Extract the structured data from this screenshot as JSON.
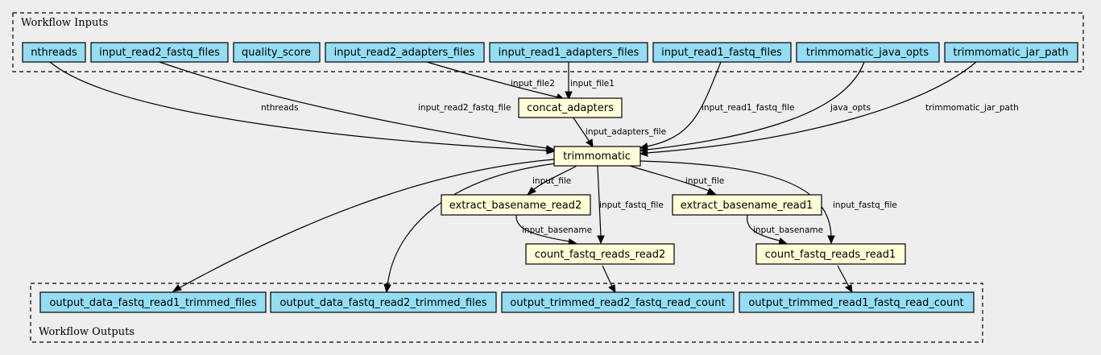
{
  "colors": {
    "background": "#eeeeee",
    "io_node_fill": "#94ddf4",
    "task_node_fill": "#ffffd8",
    "stroke": "#000000"
  },
  "clusters": {
    "inputs": {
      "label": "Workflow Inputs"
    },
    "outputs": {
      "label": "Workflow Outputs"
    }
  },
  "nodes": {
    "nthreads": "nthreads",
    "input_read2_fastq_files": "input_read2_fastq_files",
    "quality_score": "quality_score",
    "input_read2_adapters_files": "input_read2_adapters_files",
    "input_read1_adapters_files": "input_read1_adapters_files",
    "input_read1_fastq_files": "input_read1_fastq_files",
    "trimmomatic_java_opts": "trimmomatic_java_opts",
    "trimmomatic_jar_path": "trimmomatic_jar_path",
    "concat_adapters": "concat_adapters",
    "trimmomatic": "trimmomatic",
    "extract_basename_read2": "extract_basename_read2",
    "extract_basename_read1": "extract_basename_read1",
    "count_fastq_reads_read2": "count_fastq_reads_read2",
    "count_fastq_reads_read1": "count_fastq_reads_read1",
    "output_data_fastq_read1_trimmed_files": "output_data_fastq_read1_trimmed_files",
    "output_data_fastq_read2_trimmed_files": "output_data_fastq_read2_trimmed_files",
    "output_trimmed_read2_fastq_read_count": "output_trimmed_read2_fastq_read_count",
    "output_trimmed_read1_fastq_read_count": "output_trimmed_read1_fastq_read_count"
  },
  "edge_labels": {
    "input_file2": "input_file2",
    "input_file1": "input_file1",
    "nthreads": "nthreads",
    "input_read2_fastq_file": "input_read2_fastq_file",
    "input_read1_fastq_file": "input_read1_fastq_file",
    "java_opts": "java_opts",
    "trimmomatic_jar_path": "trimmomatic_jar_path",
    "input_adapters_file": "input_adapters_file",
    "input_file_left": "input_file",
    "input_file_right": "input_file",
    "input_fastq_file_left": "input_fastq_file",
    "input_fastq_file_right": "input_fastq_file",
    "input_basename_left": "input_basename",
    "input_basename_right": "input_basename"
  }
}
